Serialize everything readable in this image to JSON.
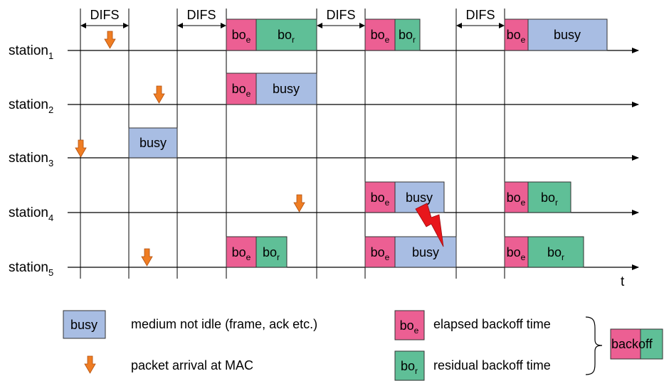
{
  "stations": [
    {
      "base": "station",
      "sub": "1"
    },
    {
      "base": "station",
      "sub": "2"
    },
    {
      "base": "station",
      "sub": "3"
    },
    {
      "base": "station",
      "sub": "4"
    },
    {
      "base": "station",
      "sub": "5"
    }
  ],
  "time_label": "t",
  "difs_label": "DIFS",
  "box_labels": {
    "busy": "busy",
    "bo": "bo",
    "elapsed_sub": "e",
    "residual_sub": "r"
  },
  "legend": {
    "busy_desc": "medium not idle (frame, ack etc.)",
    "arrival_desc": "packet arrival at MAC",
    "elapsed_desc": "elapsed backoff time",
    "residual_desc": "residual backoff time",
    "backoff_label": "backoff"
  },
  "colors": {
    "busy": "#a8bde3",
    "elapsed": "#ec5f93",
    "residual": "#5fbf97",
    "arrow": "#ef7d23",
    "collision": "#e8161b"
  }
}
